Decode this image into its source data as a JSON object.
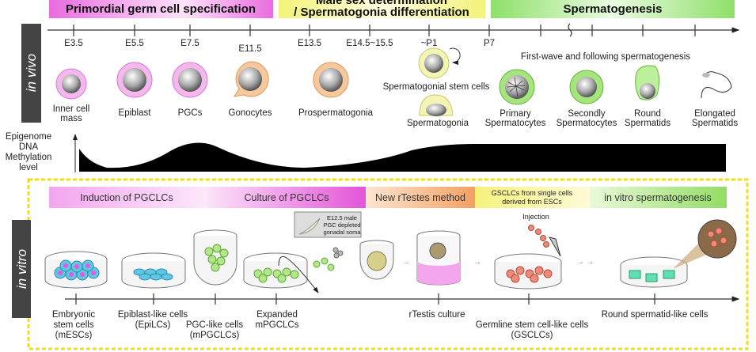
{
  "in_vivo": {
    "side_label": "in vivo",
    "stages": [
      {
        "label": "Primordial germ cell specification",
        "color": "#e96be0"
      },
      {
        "label_line1": "Male sex determination",
        "label_line2": "/ Spermatogonia differentiation",
        "color": "#f3f37a"
      },
      {
        "label": "Spermatogenesis",
        "color": "#8ee06a"
      }
    ],
    "timepoints": [
      "E3.5",
      "E5.5",
      "E7.5",
      "E11.5",
      "E13.5",
      "E14.5~15.5",
      "~P1",
      "P7"
    ],
    "cells": [
      {
        "label_line1": "Inner cell",
        "label_line2": "mass"
      },
      {
        "label": "Epiblast"
      },
      {
        "label": "PGCs"
      },
      {
        "label": "Gonocytes"
      },
      {
        "label": "Prospermatogonia"
      },
      {
        "label": "Spermatogonial stem cells"
      },
      {
        "label": "Spermatogonia"
      },
      {
        "label_line1": "Primary",
        "label_line2": "Spermatocytes"
      },
      {
        "label_line1": "Secondly",
        "label_line2": "Spermatocytes"
      },
      {
        "label_line1": "Round",
        "label_line2": "Spermatids"
      },
      {
        "label_line1": "Elongated",
        "label_line2": "Spermatids"
      }
    ],
    "first_wave_label": "First-wave and following spermatogenesis",
    "methylation_label": [
      "Epigenome",
      "DNA",
      "Methylation",
      "level"
    ]
  },
  "in_vitro": {
    "side_label": "in vitro",
    "bands": [
      {
        "label": "Induction of PGCLCs",
        "color": "#f3a6ee"
      },
      {
        "label": "Culture of PGCLCs",
        "color": "#e96be0"
      },
      {
        "label": "New rTestes method",
        "color": "#f5b27a"
      },
      {
        "label_line1": "GSCLCs from single cells",
        "label_line2": "derived from ESCs",
        "color": "#f3f37a"
      },
      {
        "label": "in vitro spermatogenesis",
        "color": "#8ee06a"
      }
    ],
    "inset_label": [
      "E12.5 male",
      "PGC depleted",
      "gonadal soma"
    ],
    "injection_label": "Injection",
    "steps": [
      {
        "lines": [
          "Embryonic",
          "stem cells",
          "(mESCs)"
        ]
      },
      {
        "lines": [
          "Epiblast-like cells",
          "(EpiLCs)"
        ]
      },
      {
        "lines": [
          "PGC-like cells",
          "(mPGCLCs)"
        ]
      },
      {
        "lines": [
          "Expanded",
          "mPGCLCs"
        ]
      },
      {
        "lines": [
          "rTestis culture"
        ]
      },
      {
        "lines": [
          "Germline stem cell-like cells",
          "(GSCLCs)"
        ]
      },
      {
        "lines": [
          "Round spermatid-like cells"
        ]
      }
    ],
    "frame_color": "#f2dc1d"
  }
}
